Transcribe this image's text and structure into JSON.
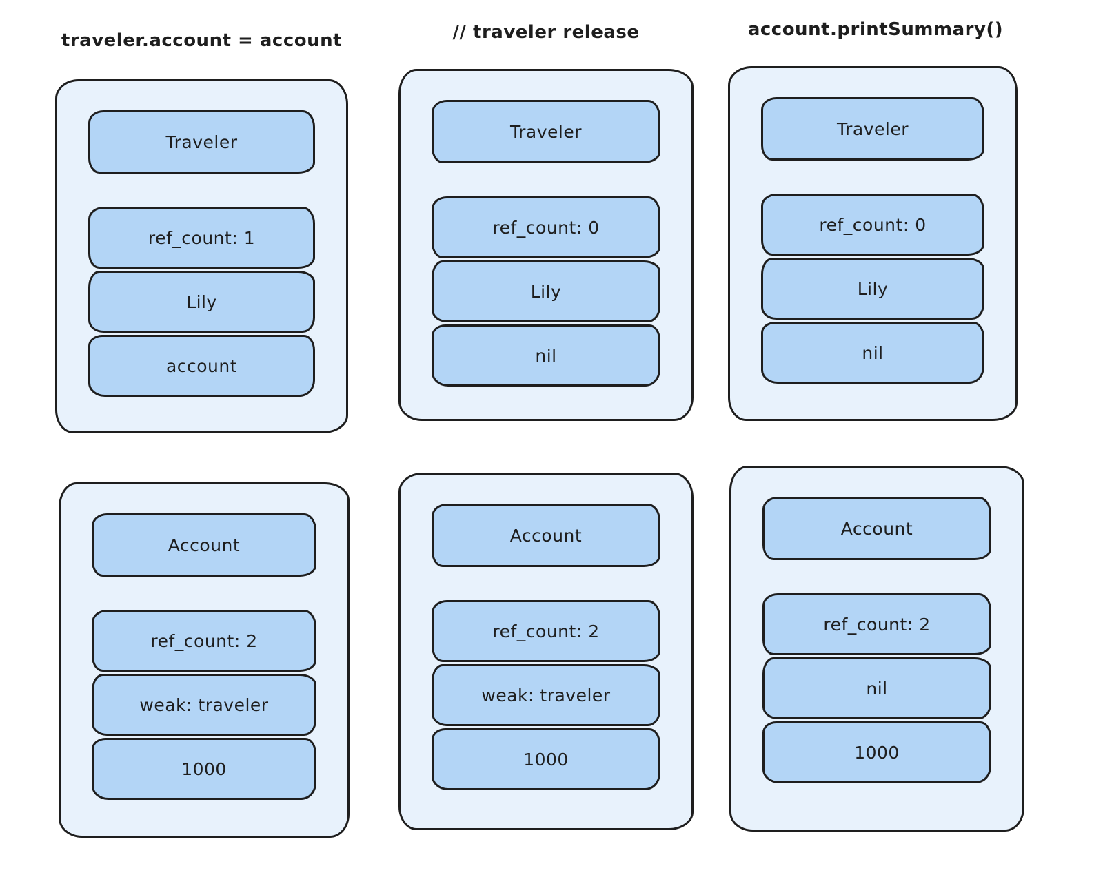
{
  "colors": {
    "background": "#ffffff",
    "card_fill": "#e8f2fc",
    "box_fill": "#b3d5f6",
    "stroke": "#1e1e1e"
  },
  "columns": [
    {
      "header": "traveler.account = account",
      "traveler_card": {
        "title": "Traveler",
        "fields": [
          "ref_count: 1",
          "Lily",
          "account"
        ]
      },
      "account_card": {
        "title": "Account",
        "fields": [
          "ref_count: 2",
          "weak: traveler",
          "1000"
        ]
      }
    },
    {
      "header": "// traveler release",
      "traveler_card": {
        "title": "Traveler",
        "fields": [
          "ref_count: 0",
          "Lily",
          "nil"
        ]
      },
      "account_card": {
        "title": "Account",
        "fields": [
          "ref_count: 2",
          "weak: traveler",
          "1000"
        ]
      }
    },
    {
      "header": "account.printSummary()",
      "traveler_card": {
        "title": "Traveler",
        "fields": [
          "ref_count: 0",
          "Lily",
          "nil"
        ]
      },
      "account_card": {
        "title": "Account",
        "fields": [
          "ref_count: 2",
          "nil",
          "1000"
        ]
      }
    }
  ]
}
